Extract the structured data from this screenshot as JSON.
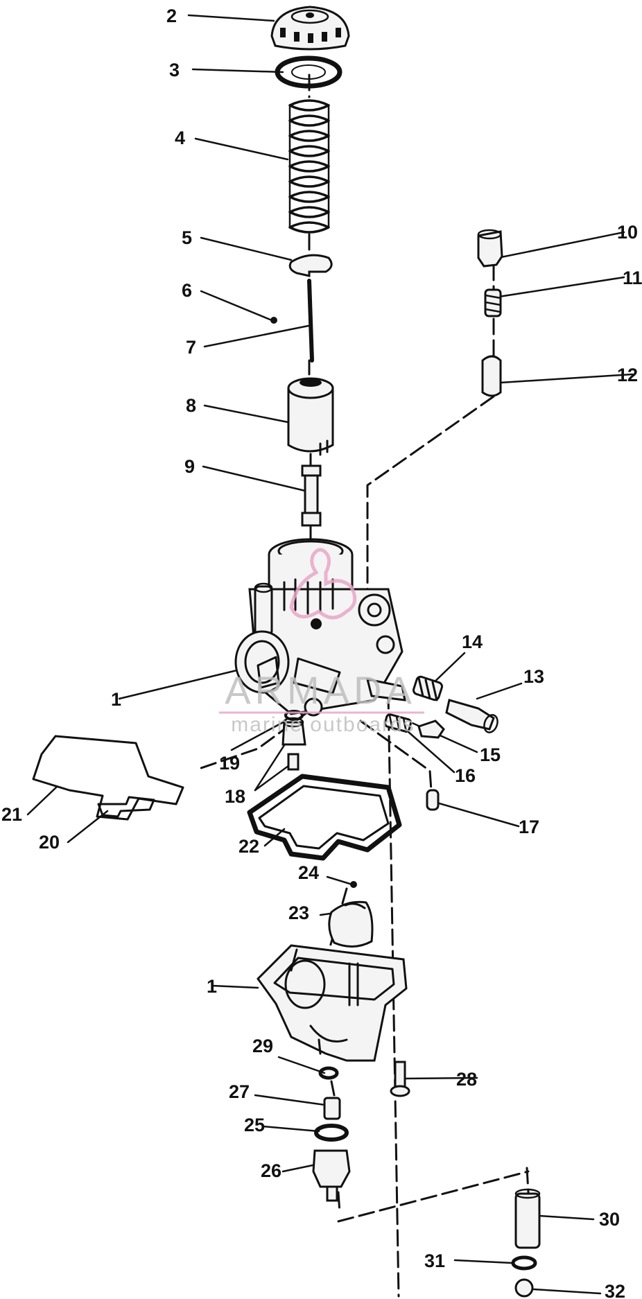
{
  "diagram": {
    "callouts": [
      {
        "id": "c2",
        "label": "2"
      },
      {
        "id": "c3",
        "label": "3"
      },
      {
        "id": "c4",
        "label": "4"
      },
      {
        "id": "c5",
        "label": "5"
      },
      {
        "id": "c6",
        "label": "6"
      },
      {
        "id": "c7",
        "label": "7"
      },
      {
        "id": "c8",
        "label": "8"
      },
      {
        "id": "c9",
        "label": "9"
      },
      {
        "id": "c10",
        "label": "10"
      },
      {
        "id": "c11",
        "label": "11"
      },
      {
        "id": "c12",
        "label": "12"
      },
      {
        "id": "c1a",
        "label": "1"
      },
      {
        "id": "c14",
        "label": "14"
      },
      {
        "id": "c13",
        "label": "13"
      },
      {
        "id": "c15",
        "label": "15"
      },
      {
        "id": "c16",
        "label": "16"
      },
      {
        "id": "c17",
        "label": "17"
      },
      {
        "id": "c18",
        "label": "18"
      },
      {
        "id": "c19",
        "label": "19"
      },
      {
        "id": "c20",
        "label": "20"
      },
      {
        "id": "c21",
        "label": "21"
      },
      {
        "id": "c22",
        "label": "22"
      },
      {
        "id": "c23",
        "label": "23"
      },
      {
        "id": "c24",
        "label": "24"
      },
      {
        "id": "c1b",
        "label": "1"
      },
      {
        "id": "c29",
        "label": "29"
      },
      {
        "id": "c28",
        "label": "28"
      },
      {
        "id": "c27",
        "label": "27"
      },
      {
        "id": "c25",
        "label": "25"
      },
      {
        "id": "c26",
        "label": "26"
      },
      {
        "id": "c30",
        "label": "30"
      },
      {
        "id": "c31",
        "label": "31"
      },
      {
        "id": "c32",
        "label": "32"
      }
    ]
  },
  "watermark": {
    "brand": "ARMADA",
    "tagline": "marine outboards",
    "color": "#e8a6c8"
  }
}
